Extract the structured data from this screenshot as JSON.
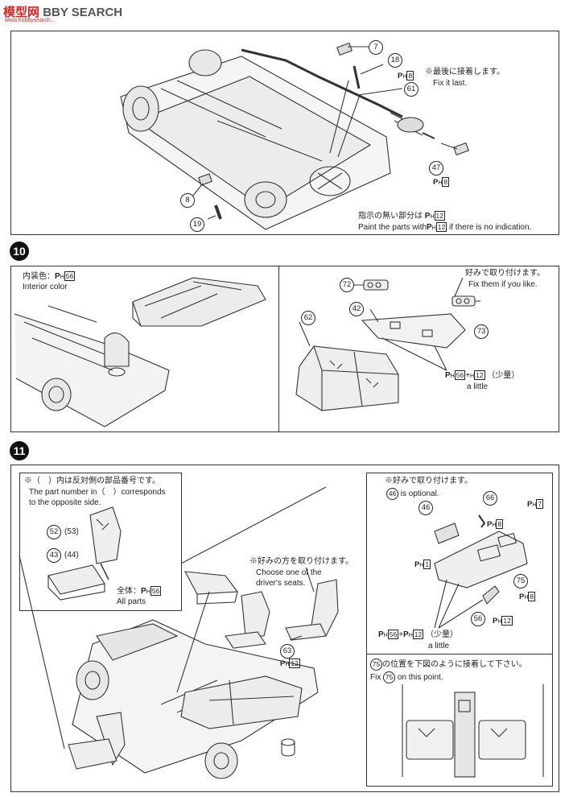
{
  "watermark": {
    "brand_cn": "模型",
    "brand_icon": "网",
    "search": "BBY SEARCH",
    "url": "www.hobbysearch..."
  },
  "steps": {
    "s10": "10",
    "s11": "11"
  },
  "panel9": {
    "note_fix_jp": "※最後に接着します。",
    "note_fix_en": "Fix it last.",
    "note_paint_jp_pre": "指示の無い部分は",
    "note_paint_jp_post": "",
    "note_paint_en_pre": "Paint the parts with",
    "note_paint_en_post": "if there is no indication.",
    "parts": {
      "p7": "7",
      "p18": "18",
      "p61": "61",
      "p47": "47",
      "p8": "8",
      "p19": "19"
    },
    "paints": {
      "ph8a": "8",
      "ph8b": "8",
      "ph12": "12"
    }
  },
  "panel10a": {
    "label_jp": "内装色：",
    "label_en": "Interior color",
    "paint": "56"
  },
  "panel10b": {
    "note_jp": "好みで取り付けます。",
    "note_en": "Fix them if you like.",
    "mix": "56",
    "mix2": "12",
    "amount_jp": "（少量）",
    "amount_en": "a little",
    "parts": {
      "p72": "72",
      "p42": "42",
      "p73": "73",
      "p62": "62"
    }
  },
  "panel11a": {
    "note1_jp": "※（　）内は反対側の部品番号です。",
    "note1_en1": "The part number in（　）corresponds",
    "note1_en2": "to the opposite side.",
    "all_jp": "全体：",
    "all_en": "All parts",
    "paint": "56",
    "pair1": "(53)",
    "pair2": "(44)",
    "parts": {
      "p52": "52",
      "p53": "53",
      "p43": "43",
      "p44": "44"
    }
  },
  "panel11main": {
    "note_jp": "※好みの方を取り付けます。",
    "note_en1": "Choose one of the",
    "note_en2": "driver's seats.",
    "part": "63",
    "paint": "12"
  },
  "panel11b": {
    "note_jp": "※好みで取り付けます。",
    "note_en": "is optional.",
    "part_ref": "46",
    "parts": {
      "p46": "46",
      "p66": "66",
      "p75": "75",
      "p56": "56"
    },
    "paints": {
      "ph7": "7",
      "ph8a": "8",
      "ph1": "1",
      "ph8b": "8",
      "ph12": "12",
      "mix1": "56",
      "mix2": "12"
    },
    "amount_jp": "（少量）",
    "amount_en": "a little"
  },
  "panel11c": {
    "note_jp_post": "の位置を下図のように接着して下さい。",
    "note_en_pre": "Fix",
    "note_en_post": "on this point.",
    "part": "75"
  }
}
